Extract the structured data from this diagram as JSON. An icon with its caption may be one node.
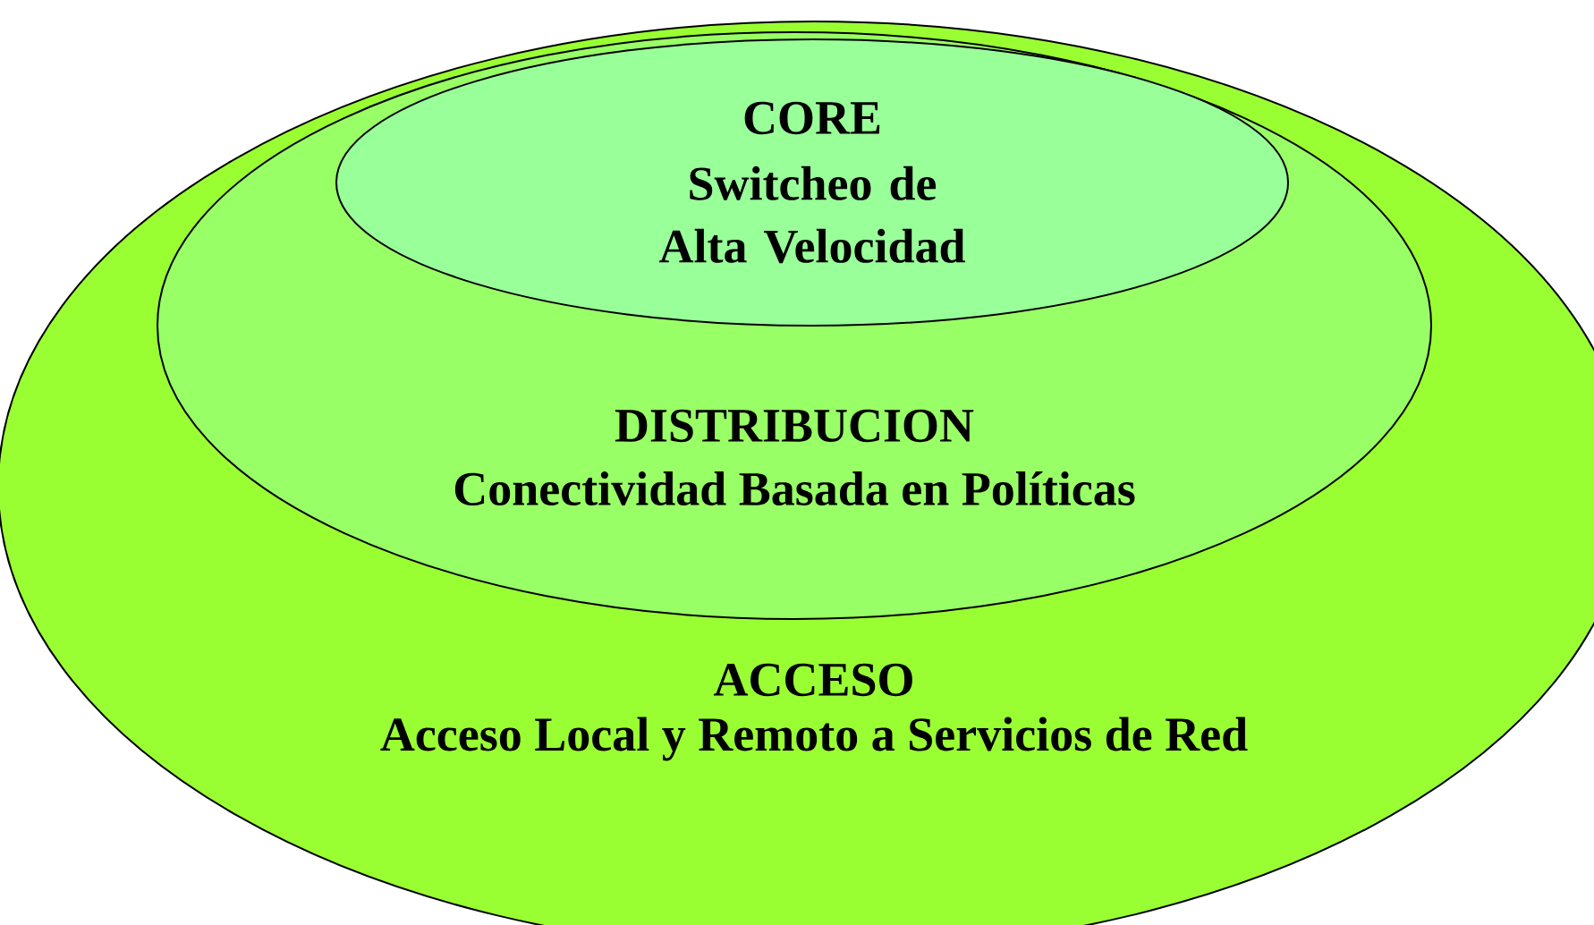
{
  "diagram": {
    "nodes": [
      {
        "text": [
          "ACCESO",
          "Acceso Local y Remoto a Servicios de Red"
        ]
      },
      {
        "text": [
          "DISTRIBUCION",
          "Conectividad Basada en Políticas"
        ],
        "in": 0
      },
      {
        "text": [
          "CORE",
          "Switcheo de Alta Velocidad"
        ],
        "in": 1
      }
    ]
  }
}
